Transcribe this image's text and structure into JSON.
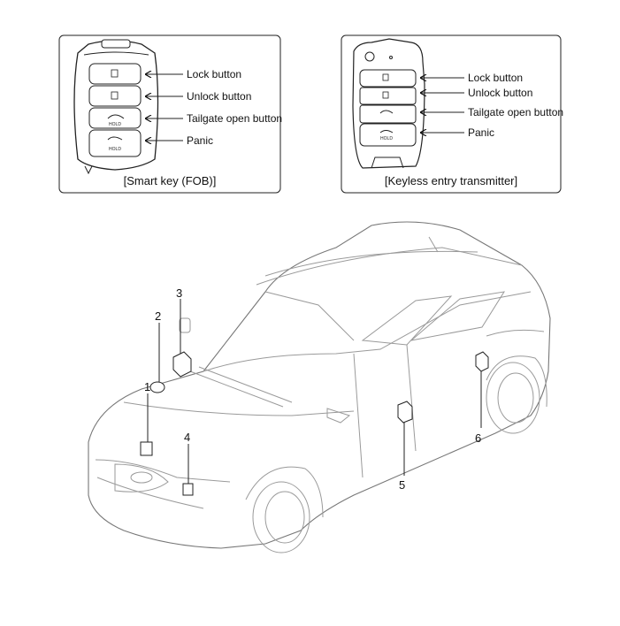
{
  "smart_key": {
    "caption": "[Smart key (FOB)]",
    "labels": [
      "Lock button",
      "Unlock button",
      "Tailgate open button",
      "Panic"
    ]
  },
  "keyless_transmitter": {
    "caption": "[Keyless entry transmitter]",
    "labels": [
      "Lock button",
      "Unlock button",
      "Tailgate open button",
      "Panic"
    ]
  },
  "button_marks": {
    "hold": "HOLD"
  },
  "callouts": [
    "1",
    "2",
    "3",
    "4",
    "5",
    "6"
  ]
}
